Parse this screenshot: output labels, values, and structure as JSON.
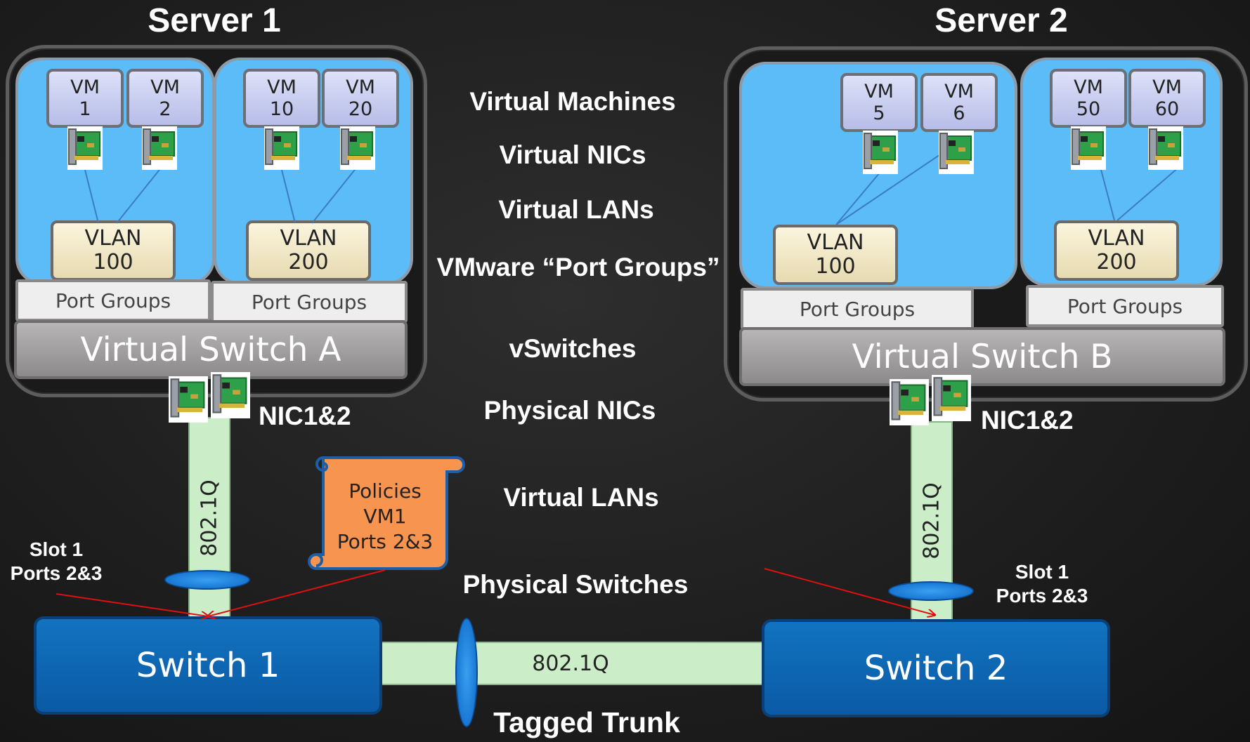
{
  "servers": [
    {
      "title": "Server 1",
      "vswitch": "Virtual Switch A",
      "nic_label": "NIC1&2",
      "uplink_label": "802.1Q",
      "groups": [
        {
          "vms": [
            [
              "VM",
              "1"
            ],
            [
              "VM",
              "2"
            ]
          ],
          "vlan": [
            "VLAN",
            "100"
          ],
          "port_groups": "Port Groups"
        },
        {
          "vms": [
            [
              "VM",
              "10"
            ],
            [
              "VM",
              "20"
            ]
          ],
          "vlan": [
            "VLAN",
            "200"
          ],
          "port_groups": "Port Groups"
        }
      ]
    },
    {
      "title": "Server 2",
      "vswitch": "Virtual Switch B",
      "nic_label": "NIC1&2",
      "uplink_label": "802.1Q",
      "groups": [
        {
          "vms": [
            [
              "VM",
              "5"
            ],
            [
              "VM",
              "6"
            ]
          ],
          "vlan": [
            "VLAN",
            "100"
          ],
          "port_groups": "Port Groups"
        },
        {
          "vms": [
            [
              "VM",
              "50"
            ],
            [
              "VM",
              "60"
            ]
          ],
          "vlan": [
            "VLAN",
            "200"
          ],
          "port_groups": "Port Groups"
        }
      ]
    }
  ],
  "layer_labels": {
    "virtual_machines": "Virtual Machines",
    "virtual_nics": "Virtual NICs",
    "virtual_lans": "Virtual LANs",
    "port_groups": "VMware “Port Groups”",
    "vswitches": "vSwitches",
    "physical_nics": "Physical NICs",
    "virtual_lans_2": "Virtual LANs",
    "physical_switches": "Physical Switches",
    "tagged_trunk": "Tagged Trunk"
  },
  "policy_scroll": [
    "Policies",
    "VM1",
    "Ports 2&3"
  ],
  "slot_labels": {
    "left": [
      "Slot 1",
      "Ports 2&3"
    ],
    "right": [
      "Slot 1",
      "Ports 2&3"
    ]
  },
  "switches": {
    "switch1": "Switch 1",
    "switch2": "Switch 2",
    "trunk": "802.1Q"
  },
  "colors": {
    "background": "#1f1f1f",
    "vm_group": "#5cbcf7",
    "switch": "#0b5aa5",
    "uplink": "#cbeec9",
    "policy_scroll": "#f7944f",
    "pointer_arrow": "#e01010"
  },
  "icons": {
    "nic": "network-card-icon"
  }
}
